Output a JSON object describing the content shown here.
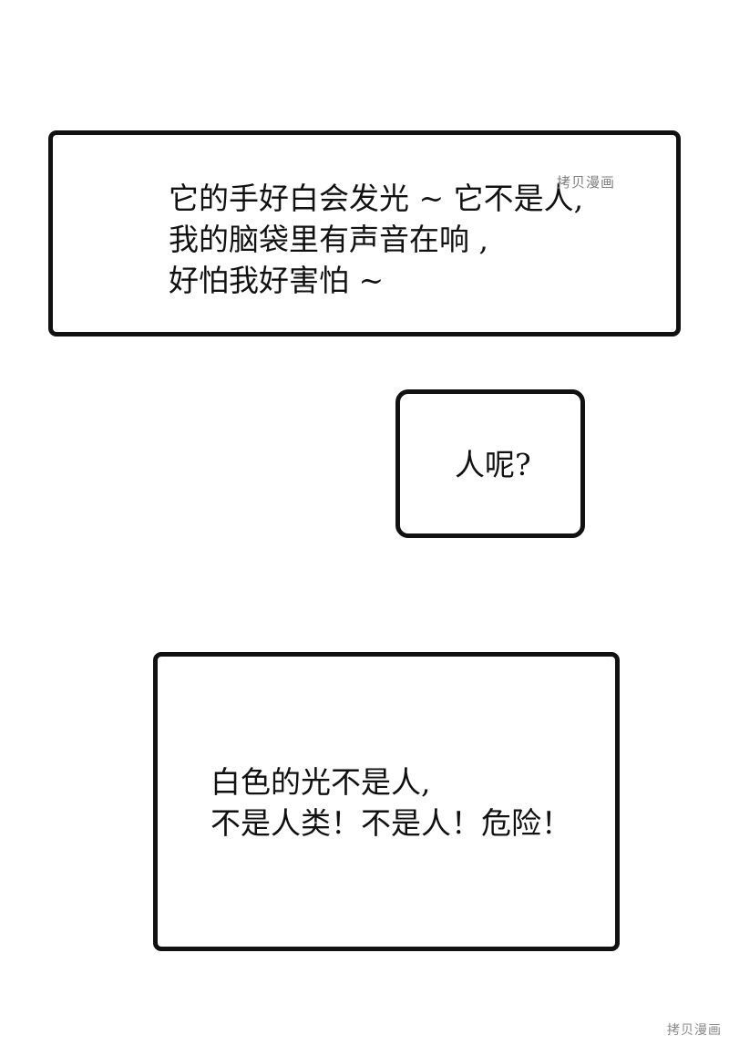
{
  "panels": [
    {
      "lines": [
        "它的手好白会发光 ~ 它不是人,",
        "我的脑袋里有声音在响 ,",
        "好怕我好害怕 ~"
      ]
    },
    {
      "lines": [
        "人呢?"
      ]
    },
    {
      "lines": [
        "白色的光不是人,",
        "不是人类！不是人！危险！"
      ]
    }
  ],
  "watermarks": {
    "top": "拷贝漫画",
    "bottom": "拷贝漫画"
  }
}
